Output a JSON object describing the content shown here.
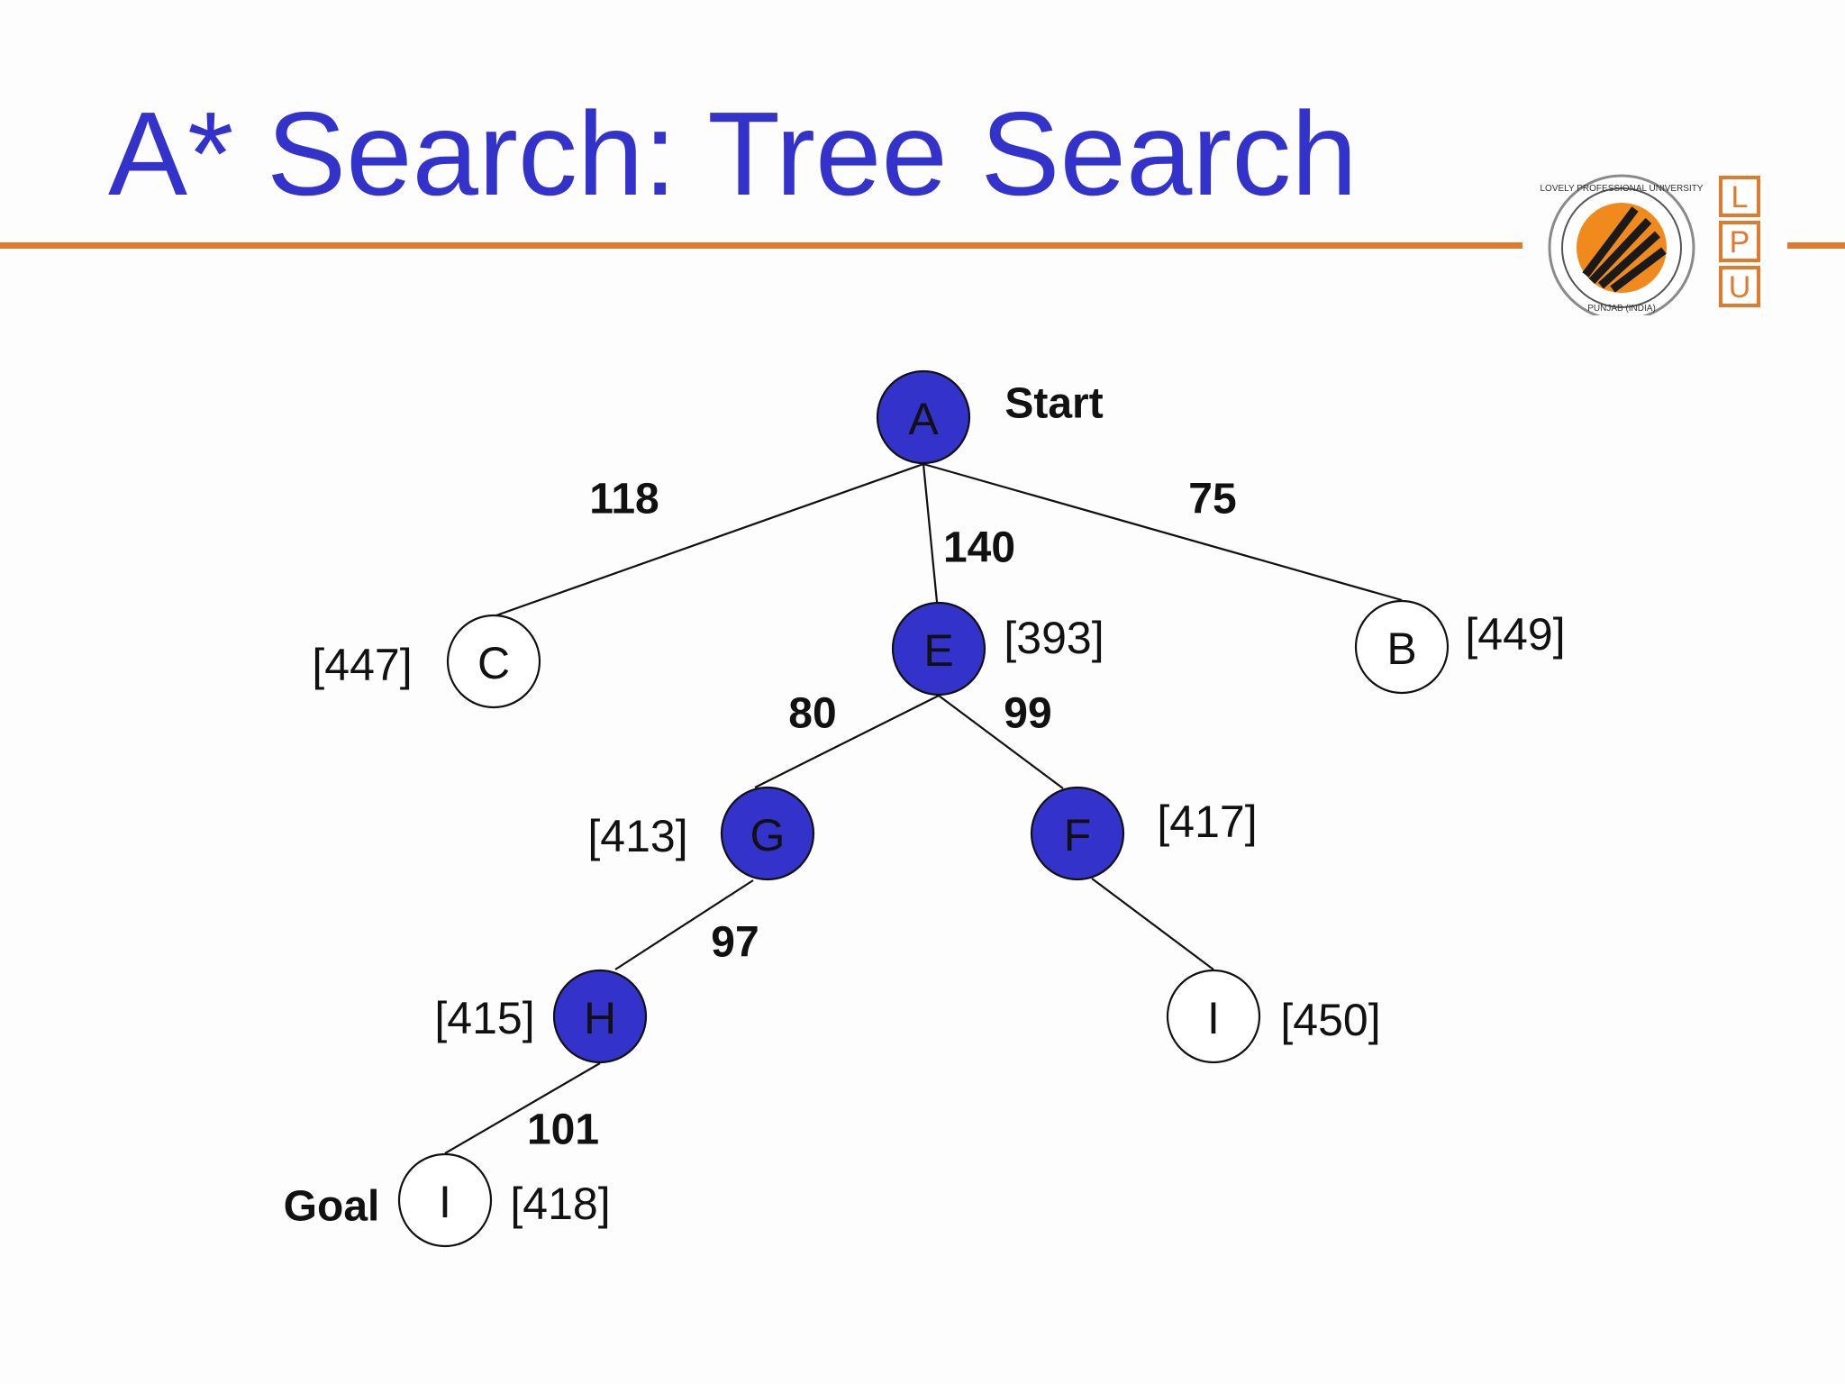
{
  "slide": {
    "title": "A* Search: Tree Search",
    "accent_color": "#e07b2e",
    "title_color": "#3333cc"
  },
  "logo": {
    "emblem_text": "LOVELY PROFESSIONAL UNIVERSITY",
    "emblem_subtext": "PUNJAB (INDIA)",
    "letters": [
      "L",
      "P",
      "U"
    ]
  },
  "tree": {
    "visited_color": "#3333cc",
    "nodes": [
      {
        "id": "A",
        "label": "A",
        "f": "",
        "visited": true,
        "tag": "Start"
      },
      {
        "id": "C",
        "label": "C",
        "f": "[447]",
        "visited": false,
        "tag": ""
      },
      {
        "id": "E",
        "label": "E",
        "f": "[393]",
        "visited": true,
        "tag": ""
      },
      {
        "id": "B",
        "label": "B",
        "f": "[449]",
        "visited": false,
        "tag": ""
      },
      {
        "id": "G",
        "label": "G",
        "f": "[413]",
        "visited": true,
        "tag": ""
      },
      {
        "id": "F",
        "label": "F",
        "f": "[417]",
        "visited": true,
        "tag": ""
      },
      {
        "id": "H",
        "label": "H",
        "f": "[415]",
        "visited": true,
        "tag": ""
      },
      {
        "id": "I2",
        "label": "I",
        "f": "[450]",
        "visited": false,
        "tag": ""
      },
      {
        "id": "I1",
        "label": "I",
        "f": "[418]",
        "visited": false,
        "tag": "Goal"
      }
    ],
    "edges": [
      {
        "from": "A",
        "to": "C",
        "cost": "118"
      },
      {
        "from": "A",
        "to": "E",
        "cost": "140"
      },
      {
        "from": "A",
        "to": "B",
        "cost": "75"
      },
      {
        "from": "E",
        "to": "G",
        "cost": "80"
      },
      {
        "from": "E",
        "to": "F",
        "cost": "99"
      },
      {
        "from": "G",
        "to": "H",
        "cost": "97"
      },
      {
        "from": "F",
        "to": "I2",
        "cost": ""
      },
      {
        "from": "H",
        "to": "I1",
        "cost": "101"
      }
    ]
  }
}
